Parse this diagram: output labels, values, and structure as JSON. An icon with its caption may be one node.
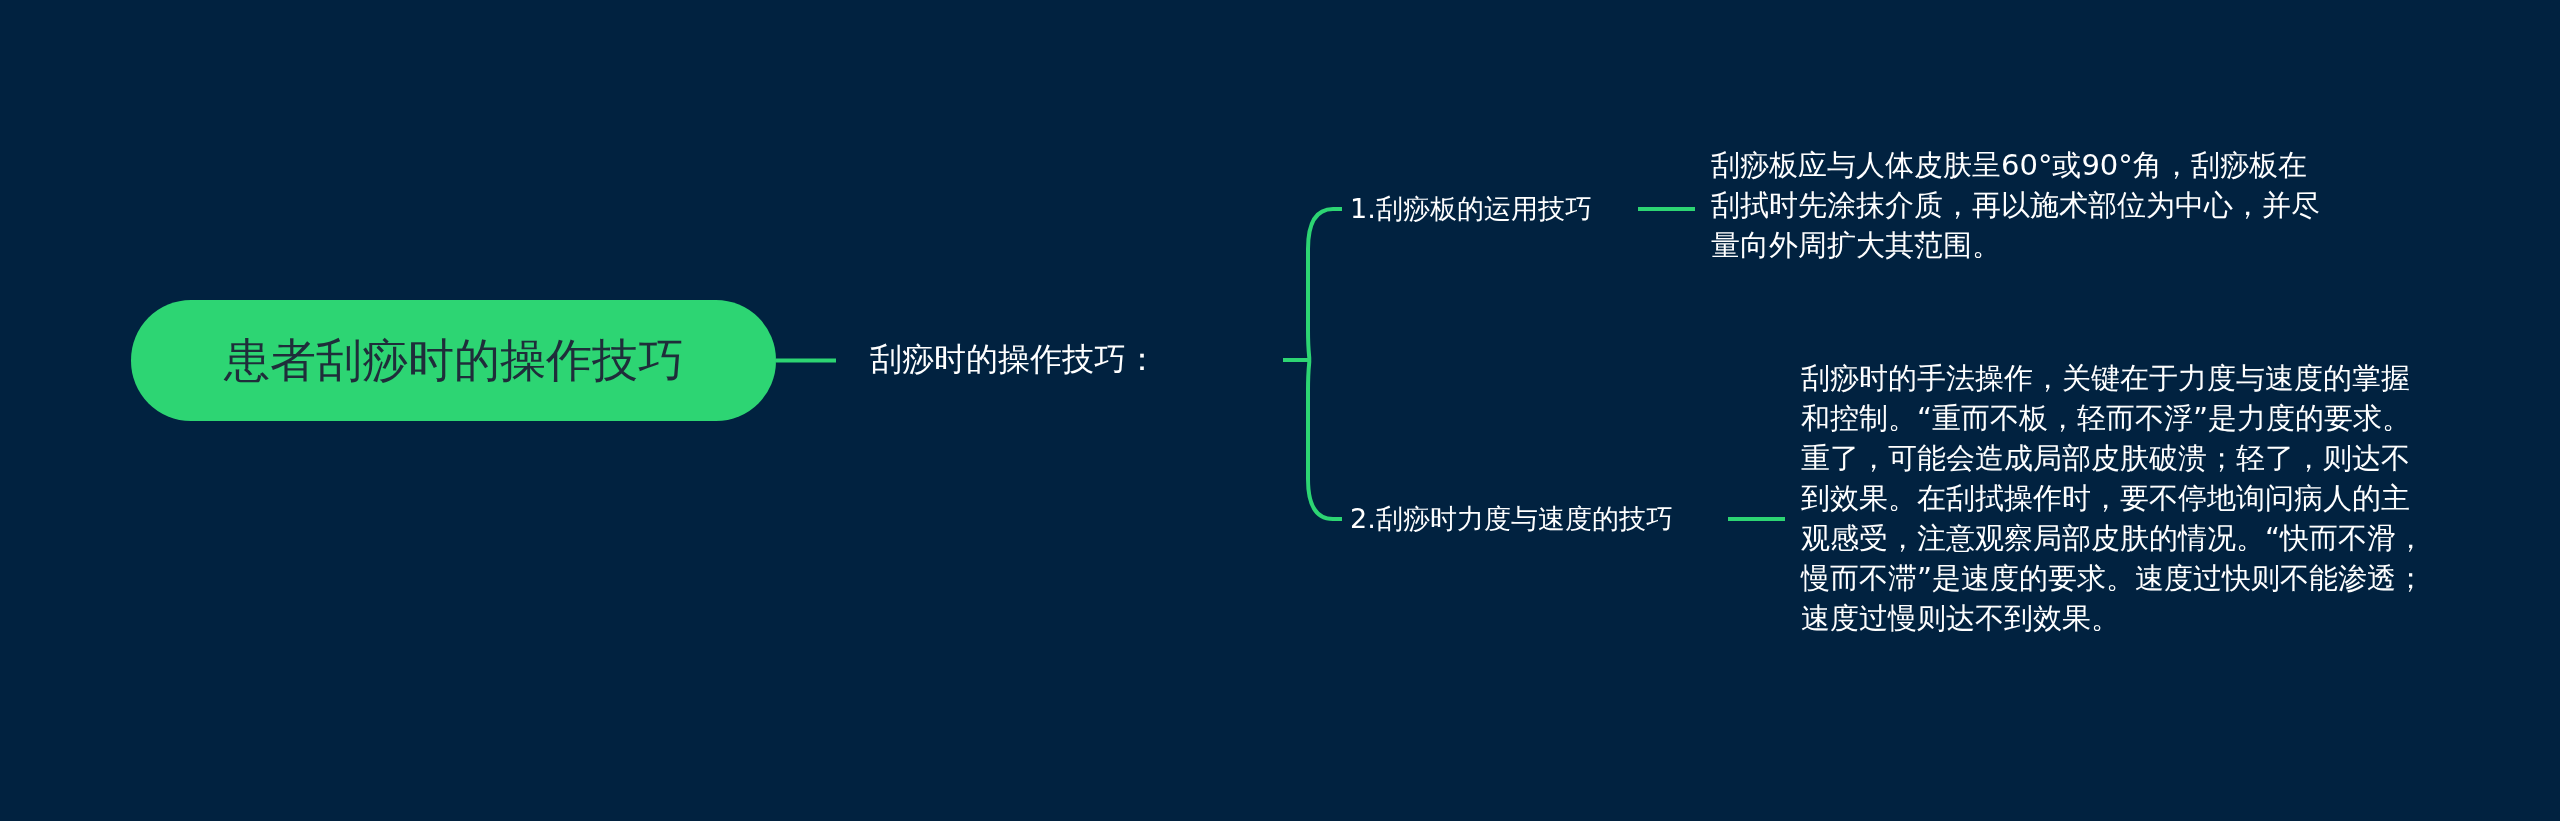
{
  "diagram": {
    "nodes": [
      {
        "text": [
          "患者刮痧时的操作技巧"
        ]
      },
      {
        "text": [
          "刮痧时的操作技巧："
        ]
      },
      {
        "text": [
          "1.刮痧板的运用技巧"
        ]
      },
      {
        "text": [
          "刮痧板应与人体皮肤呈60°或90°角，刮痧板在刮拭时先涂抹介质，再以施术部位为中心，并尽量向外周扩大其范围。"
        ]
      },
      {
        "text": [
          "2.刮痧时力度与速度的技巧"
        ]
      },
      {
        "text": [
          "刮痧时的手法操作，关键在于力度与速度的掌握和控制。“重而不板，轻而不浮”是力度的要求。重了，可能会造成局部皮肤破溃；轻了，则达不到效果。在刮拭操作时，要不停地询问病人的主观感受，注意观察局部皮肤的情况。“快而不滑，慢而不滞”是速度的要求。速度过快则不能渗透；速度过慢则达不到效果。"
        ]
      }
    ],
    "edges": [
      {
        "from": 0,
        "to": 1,
        "arrow": "none"
      },
      {
        "from": 1,
        "to": 2,
        "arrow": "none"
      },
      {
        "from": 1,
        "to": 4,
        "arrow": "none"
      },
      {
        "from": 2,
        "to": 3,
        "arrow": "none"
      },
      {
        "from": 4,
        "to": 5,
        "arrow": "none"
      }
    ]
  }
}
